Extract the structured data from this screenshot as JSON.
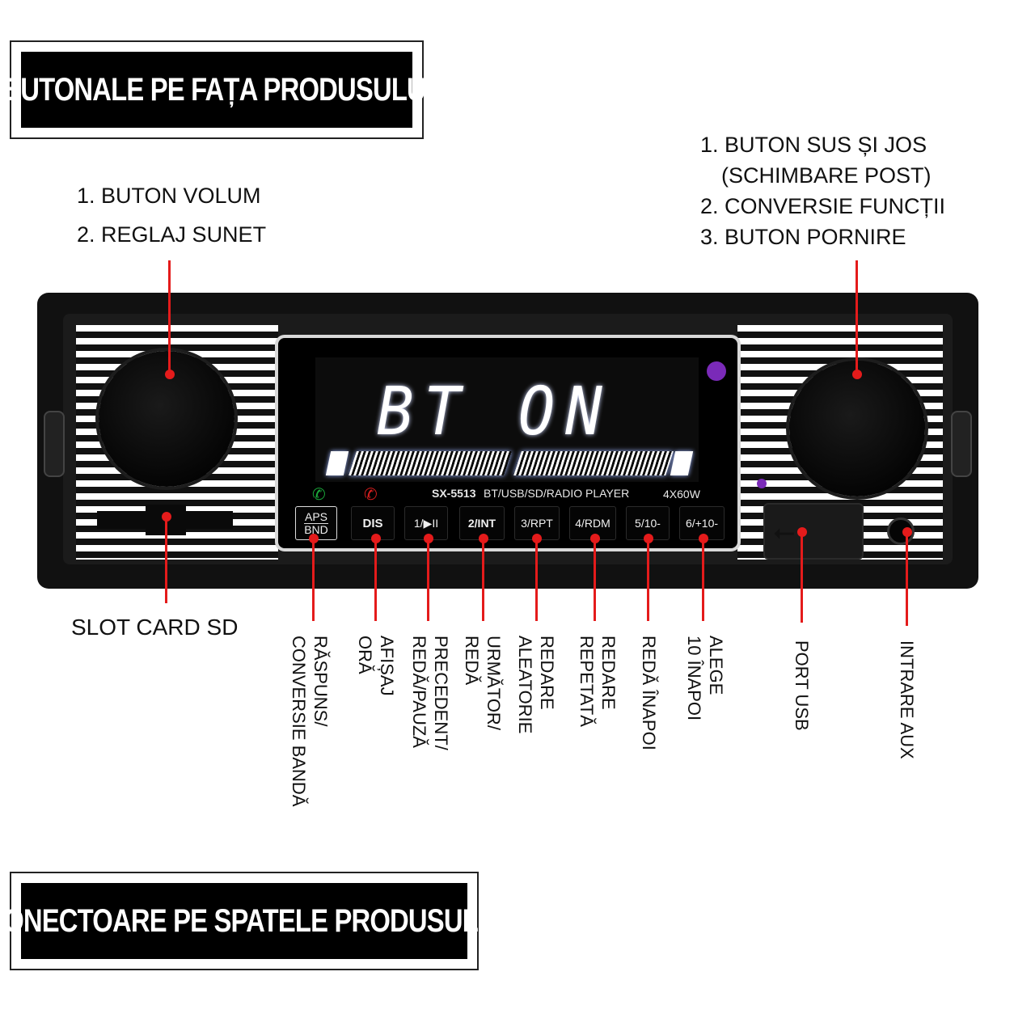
{
  "banners": {
    "top": "BUTONALE PE FAȚA PRODUSULUI",
    "bottom": "CONECTOARE PE SPATELE PRODUSULUI"
  },
  "left_knob_labels": [
    "1. BUTON VOLUM",
    "2. REGLAJ SUNET"
  ],
  "right_knob_labels": [
    "1. BUTON SUS ȘI JOS",
    "(SCHIMBARE POST)",
    "2. CONVERSIE FUNCȚII",
    "3. BUTON PORNIRE"
  ],
  "sd_label": "SLOT CARD SD",
  "display": {
    "text": "BT ON",
    "model": "SX-5513",
    "description": "BT/USB/SD/RADIO PLAYER",
    "power": "4X60W",
    "icons": [
      "phone-answer-icon",
      "phone-hangup-icon"
    ],
    "colors": {
      "answer": "#1aa83a",
      "hangup": "#d81e1e",
      "sensor": "#7a2ab8",
      "callout": "#e41b1b"
    }
  },
  "buttons": {
    "aps_top": "APS",
    "aps_bottom": "BND",
    "dis": "DIS",
    "b1": "1/▶II",
    "b2": "2/INT",
    "b3": "3/RPT",
    "b4": "4/RDM",
    "b5": "5/10-",
    "b6": "6/+10-"
  },
  "vertical_labels": {
    "aps": "RĂSPUNS/\nCONVERSIE BANDĂ",
    "dis": "AFIȘAJ\nORĂ",
    "b1": "PRECEDENT/\nREDĂ/PAUZĂ",
    "b2": "URMĂTOR/\nREDĂ",
    "b3": "REDARE\nALEATORIE",
    "b4": "REDARE\nREPETATĂ",
    "b5": "REDĂ ÎNAPOI",
    "b6": "ALEGE\n10 ÎNAPOI",
    "usb": "PORT USB",
    "aux": "INTRARE AUX"
  }
}
